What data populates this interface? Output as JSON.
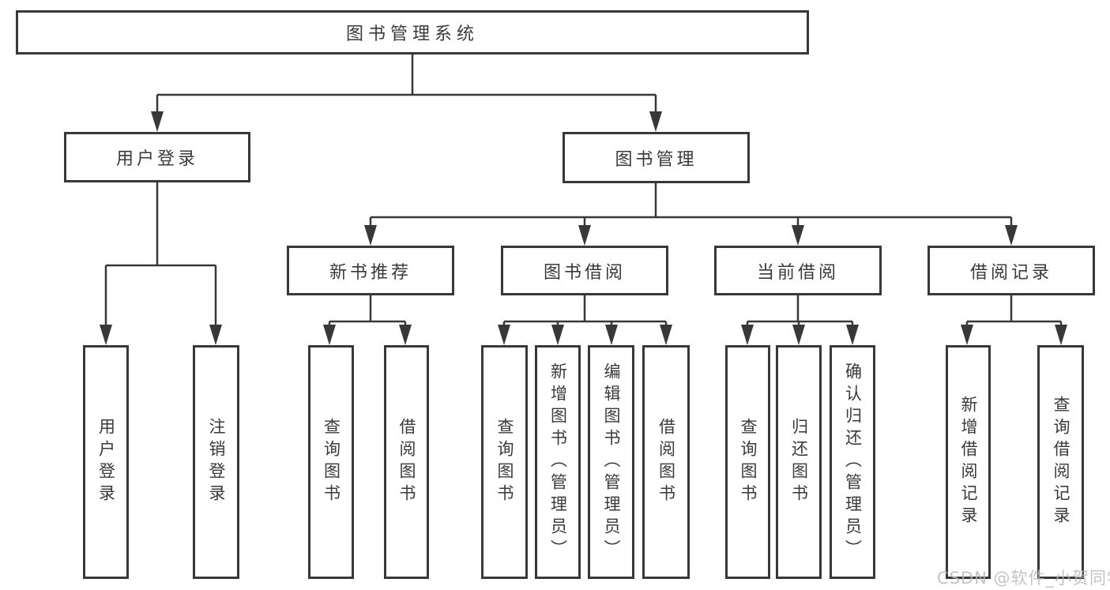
{
  "title": "图书管理系统",
  "tree": {
    "root": "图书管理系统",
    "children": [
      {
        "label": "用户登录",
        "children": [
          "用户登录",
          "注销登录"
        ]
      },
      {
        "label": "图书管理",
        "children": [
          {
            "label": "新书推荐",
            "children": [
              "查询图书",
              "借阅图书"
            ]
          },
          {
            "label": "图书借阅",
            "children": [
              "查询图书",
              "新增图书（管理员）",
              "编辑图书（管理员）",
              "借阅图书"
            ]
          },
          {
            "label": "当前借阅",
            "children": [
              "查询图书",
              "归还图书",
              "确认归还（管理员）"
            ]
          },
          {
            "label": "借阅记录",
            "children": [
              "新增借阅记录",
              "查询借阅记录"
            ]
          }
        ]
      }
    ]
  },
  "watermark": "CSDN @软件_小贺同学",
  "colors": {
    "line": "#383838",
    "text": "#3a3a3a",
    "watermark": "#b9b9b9",
    "background": "#ffffff"
  }
}
